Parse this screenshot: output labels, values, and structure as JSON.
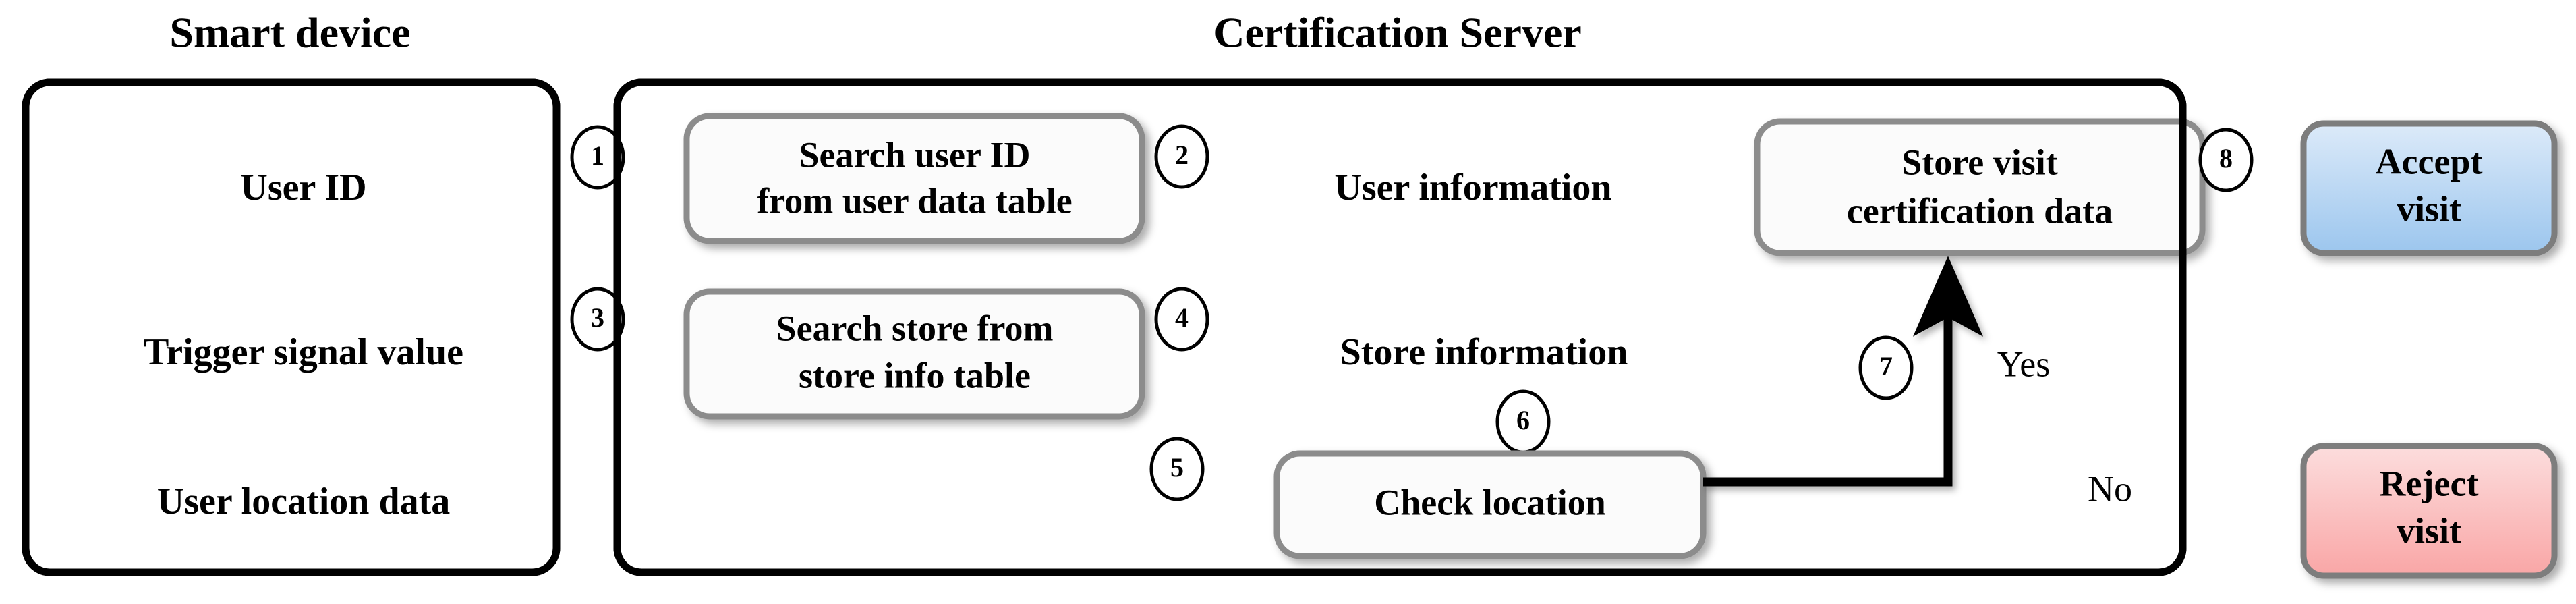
{
  "diagram": {
    "title_smart_device": "Smart device",
    "title_certification_server": "Certification Server",
    "lanes": [
      {
        "id": "smart-device",
        "label": "Smart device"
      },
      {
        "id": "certification-server",
        "label": "Certification Server"
      }
    ],
    "data_labels": [
      {
        "id": "user-id",
        "text": "User ID"
      },
      {
        "id": "trigger-signal-value",
        "text": "Trigger signal value"
      },
      {
        "id": "user-location-data",
        "text": "User location data"
      },
      {
        "id": "user-information",
        "text": "User information"
      },
      {
        "id": "store-information",
        "text": "Store information"
      }
    ],
    "process_boxes": [
      {
        "id": "search-user-id",
        "line1": "Search user ID",
        "line2": "from user data table"
      },
      {
        "id": "search-store",
        "line1": "Search store from",
        "line2": "store info table"
      },
      {
        "id": "check-location",
        "line1": "Check location",
        "line2": ""
      },
      {
        "id": "store-visit-certification-data",
        "line1": "Store visit",
        "line2": "certification data"
      }
    ],
    "terminators": [
      {
        "id": "accept-visit",
        "line1": "Accept",
        "line2": "visit",
        "color": "#b2d2f0"
      },
      {
        "id": "reject-visit",
        "line1": "Reject",
        "line2": "visit",
        "color": "#f8b2b2"
      }
    ],
    "step_numbers": [
      "1",
      "2",
      "3",
      "4",
      "5",
      "6",
      "7",
      "8"
    ],
    "branch_labels": [
      {
        "id": "yes",
        "text": "Yes"
      },
      {
        "id": "no",
        "text": "No"
      }
    ],
    "colors": {
      "accept_fill_top": "#d6e7fa",
      "accept_fill_bottom": "#9ec8ef",
      "reject_fill_top": "#fbd9d9",
      "reject_fill_bottom": "#f9a8a8",
      "box_border": "#8c8c8c",
      "lane_border": "#000000",
      "line": "#000000",
      "background": "#ffffff"
    }
  }
}
